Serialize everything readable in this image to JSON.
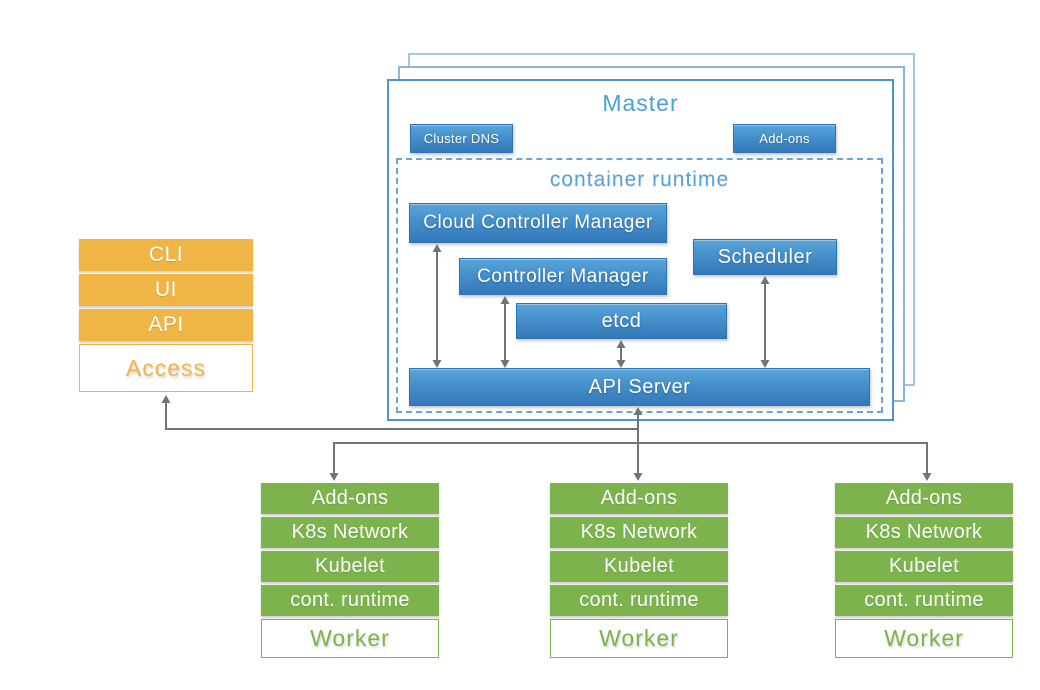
{
  "master": {
    "title": "Master",
    "cluster_dns_label": "Cluster DNS",
    "addons_label": "Add-ons",
    "container_runtime": {
      "title": "container runtime",
      "cloud_controller_manager": "Cloud Controller Manager",
      "controller_manager": "Controller Manager",
      "scheduler": "Scheduler",
      "etcd": "etcd",
      "api_server": "API Server"
    }
  },
  "access_stack": {
    "items": [
      "CLI",
      "UI",
      "API"
    ],
    "label": "Access"
  },
  "workers": [
    {
      "items": [
        "Add-ons",
        "K8s Network",
        "Kubelet",
        "cont. runtime"
      ],
      "label": "Worker"
    },
    {
      "items": [
        "Add-ons",
        "K8s Network",
        "Kubelet",
        "cont. runtime"
      ],
      "label": "Worker"
    },
    {
      "items": [
        "Add-ons",
        "K8s Network",
        "Kubelet",
        "cont. runtime"
      ],
      "label": "Worker"
    }
  ],
  "colors": {
    "blue_gradient_top": "#5aa5d9",
    "blue_gradient_bottom": "#3478b9",
    "master_border": "#4f94cd",
    "sheet_border": "#8ab6de",
    "dashed_border": "#64a7da",
    "title_blue": "#4aa0d8",
    "orange": "#f0b645",
    "green": "#7cb34c",
    "arrow_gray": "#737373"
  }
}
